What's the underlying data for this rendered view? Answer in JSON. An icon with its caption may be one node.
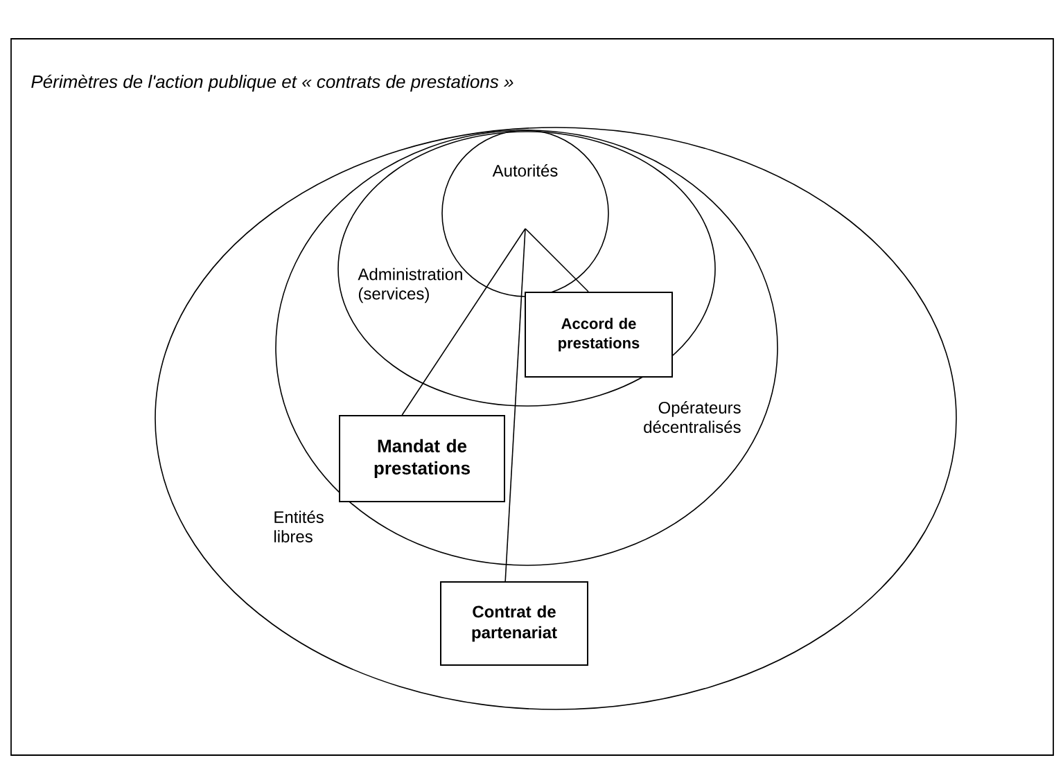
{
  "diagram": {
    "title": "Périmètres de l'action publique et « contrats de prestations »",
    "nodes": [
      {
        "text": [
          "Entités libres"
        ]
      },
      {
        "text": [
          "Opérateurs décentralisés"
        ],
        "in": 0
      },
      {
        "text": [
          "Administration (services)"
        ],
        "in": 1
      },
      {
        "text": [
          "Autorités"
        ],
        "in": 2
      },
      {
        "text": [
          "Accord de prestations"
        ],
        "in": 2
      },
      {
        "text": [
          "Mandat de prestations"
        ],
        "in": 1
      },
      {
        "text": [
          "Contrat de partenariat"
        ],
        "in": 0
      }
    ],
    "edges": [
      {
        "from": 3,
        "to": 4,
        "arrow": "none"
      },
      {
        "from": 3,
        "to": 5,
        "arrow": "none"
      },
      {
        "from": 3,
        "to": 6,
        "arrow": "none"
      }
    ]
  }
}
